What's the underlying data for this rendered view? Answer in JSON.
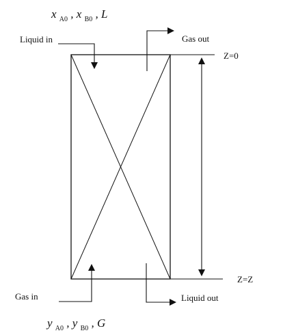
{
  "labels": {
    "liquid_in": "Liquid in",
    "gas_out": "Gas out",
    "gas_in": "Gas in",
    "liquid_out": "Liquid out",
    "z_top": "Z=0",
    "z_bottom": "Z=Z"
  },
  "top_variables": {
    "x_symbol": "x",
    "a0": "A0",
    "b0": "B0",
    "sep1": ",",
    "sep2": ",",
    "flow": "L"
  },
  "bottom_variables": {
    "y_symbol": "y",
    "a0": "A0",
    "b0": "B0",
    "sep1": ",",
    "sep2": ",",
    "flow": "G"
  },
  "colors": {
    "line": "#111111",
    "background": "#ffffff"
  }
}
